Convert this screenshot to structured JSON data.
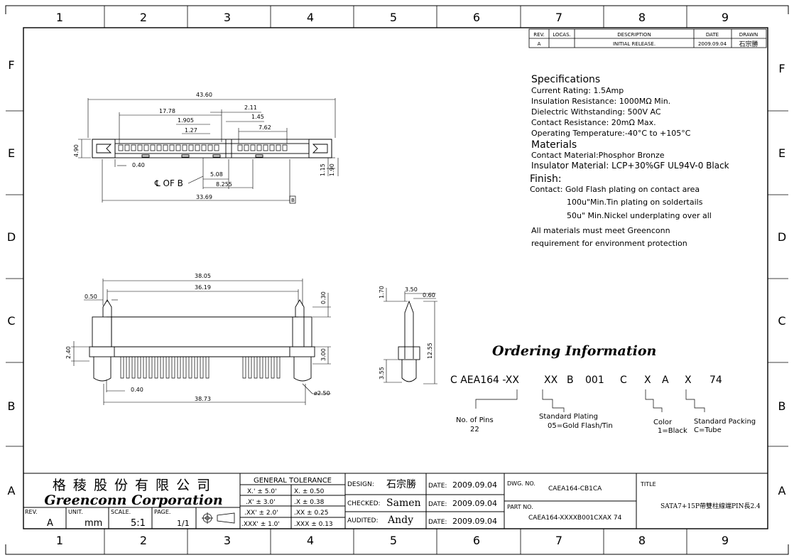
{
  "grid": {
    "columns": [
      "1",
      "2",
      "3",
      "4",
      "5",
      "6",
      "7",
      "8",
      "9"
    ],
    "rows": [
      "F",
      "E",
      "D",
      "C",
      "B",
      "A"
    ]
  },
  "revision_table": {
    "headers": [
      "REV.",
      "LOCAS.",
      "DESCRIPTION",
      "DATE",
      "DRAWN"
    ],
    "row": [
      "A",
      "",
      "INITIAL RELEASE.",
      "2009.09.04",
      "石宗勝"
    ]
  },
  "specifications": [
    "Specifications",
    "Current Rating: 1.5Amp",
    "Insulation Resistance: 1000MΩ Min.",
    "Dielectric Withstanding: 500V AC",
    "Contact Resistance: 20mΩ Max.",
    "Operating Temperature:-40°C to +105°C",
    "Materials",
    "Contact Material:Phosphor Bronze",
    "Insulator Material: LCP+30%GF UL94V-0 Black",
    "Finish:",
    "Contact: Gold Flash plating on contact area",
    "100u\"Min.Tin plating on soldertails",
    "50u\" Min.Nickel underplating over all",
    "All materials must meet Greenconn",
    "requirement for environment protection"
  ],
  "top_view": {
    "dims": [
      "43.60",
      "17.78",
      "2.11",
      "1.905",
      "1.45",
      "1.27",
      "7.62",
      "4.90",
      "0.40",
      "1.15",
      "1.90",
      "5.08",
      "8.255",
      "33.69"
    ],
    "centerline_label": "℄ OF B",
    "datum": "B"
  },
  "front_view": {
    "dims": [
      "38.05",
      "36.19",
      "0.50",
      "0.30",
      "2.40",
      "3.00",
      "0.40",
      "38.73",
      "ø2.50"
    ]
  },
  "side_view": {
    "dims": [
      "1.70",
      "3.50",
      "0.60",
      "12.55",
      "3.55"
    ]
  },
  "ordering": {
    "title": "Ordering Information",
    "code": [
      "C AEA164 -XX",
      "XX",
      "B",
      "001",
      "C",
      "X",
      "A",
      "X",
      "74"
    ],
    "notes": [
      {
        "label": "No. of Pins",
        "value": "22"
      },
      {
        "label": "Standard Plating",
        "value": "05=Gold Flash/Tin"
      },
      {
        "label": "Color",
        "value": "1=Black"
      },
      {
        "label": "Standard Packing",
        "value": "C=Tube"
      }
    ]
  },
  "title_block": {
    "company_cn": "格 稜 股 份 有 限 公 司",
    "company_en": "Greenconn Corporation",
    "rev_label": "REV.",
    "rev": "A",
    "unit_label": "UNIT.",
    "unit": "mm",
    "scale_label": "SCALE.",
    "scale": "5:1",
    "page_label": "PAGE.",
    "page": "1/1",
    "tolerance_title": "GENERAL  TOLERANCE",
    "tolerances": [
      [
        "X.' ± 5.0'",
        "X.    ± 0.50"
      ],
      [
        ".X' ± 3.0'",
        ".X    ± 0.38"
      ],
      [
        ".XX' ± 2.0'",
        ".XX   ± 0.25"
      ],
      [
        ".XXX' ± 1.0'",
        ".XXX ± 0.13"
      ]
    ],
    "design_label": "DESIGN:",
    "design": "石宗勝",
    "checked_label": "CHECKED:",
    "checked": "Samen",
    "audited_label": "AUDITED:",
    "audited": "Andy",
    "date_label": "DATE:",
    "dates": [
      "2009.09.04",
      "2009.09.04",
      "2009.09.04"
    ],
    "dwg_label": "DWG. NO.",
    "dwg": "CAEA164-CB1CA",
    "part_label": "PART NO.",
    "part": "CAEA164-XXXXB001CXAX 74",
    "title_label": "TITLE",
    "title": "SATA7+15P帶雙柱線端PIN長2.4"
  }
}
